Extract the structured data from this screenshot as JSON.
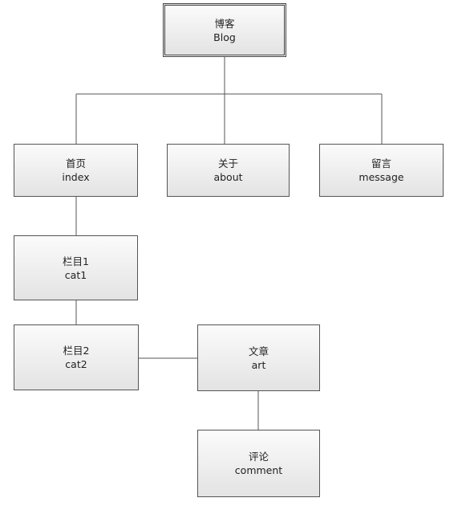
{
  "diagram": {
    "nodes": [
      {
        "id": "blog",
        "zh": "博客",
        "en": "Blog"
      },
      {
        "id": "index",
        "zh": "首页",
        "en": "index"
      },
      {
        "id": "about",
        "zh": "关于",
        "en": "about"
      },
      {
        "id": "message",
        "zh": "留言",
        "en": "message"
      },
      {
        "id": "cat1",
        "zh": "栏目1",
        "en": "cat1"
      },
      {
        "id": "cat2",
        "zh": "栏目2",
        "en": "cat2"
      },
      {
        "id": "art",
        "zh": "文章",
        "en": "art"
      },
      {
        "id": "comment",
        "zh": "评论",
        "en": "comment"
      }
    ],
    "edges": [
      {
        "from": "blog",
        "to": "index"
      },
      {
        "from": "blog",
        "to": "about"
      },
      {
        "from": "blog",
        "to": "message"
      },
      {
        "from": "index",
        "to": "cat1"
      },
      {
        "from": "cat1",
        "to": "cat2"
      },
      {
        "from": "cat2",
        "to": "art"
      },
      {
        "from": "art",
        "to": "comment"
      }
    ]
  }
}
